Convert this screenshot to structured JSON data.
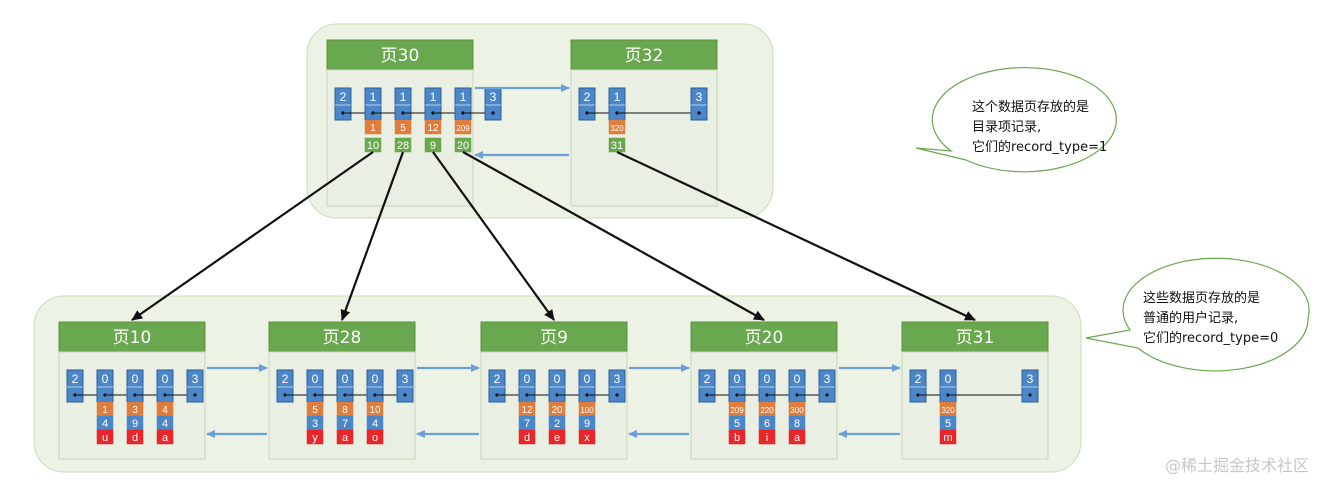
{
  "colors": {
    "group_fill": "#ecf3e4",
    "group_stroke": "#c9dcb8",
    "page_header": "#6aa84f",
    "page_header_stroke": "#5a8f3f",
    "page_body": "#e9efe2",
    "page_body_stroke": "#c9d6bd",
    "cell_blue": "#4a86c8",
    "cell_blue_stroke": "#2f5f93",
    "cell_orange": "#e07c3c",
    "cell_green": "#6aa84f",
    "cell_red": "#e8272b",
    "link_arrow": "#6f9fd8",
    "pointer_arrow": "#111111",
    "bubble_stroke": "#6aa84f"
  },
  "upper_level": {
    "pages": [
      {
        "title": "页30",
        "slots": [
          {
            "type": "2"
          },
          {
            "type": "1",
            "key": "1",
            "page_no": "10"
          },
          {
            "type": "1",
            "key": "5",
            "page_no": "28"
          },
          {
            "type": "1",
            "key": "12",
            "page_no": "9"
          },
          {
            "type": "1",
            "key": "209",
            "page_no": "20"
          },
          {
            "type": "3"
          }
        ]
      },
      {
        "title": "页32",
        "slots": [
          {
            "type": "2"
          },
          {
            "type": "1",
            "key": "320",
            "page_no": "31"
          },
          {
            "type": "3"
          }
        ]
      }
    ]
  },
  "lower_level": {
    "pages": [
      {
        "title": "页10",
        "slots": [
          {
            "type": "2"
          },
          {
            "type": "0",
            "c1": "1",
            "c2": "4",
            "c3": "u"
          },
          {
            "type": "0",
            "c1": "3",
            "c2": "9",
            "c3": "d"
          },
          {
            "type": "0",
            "c1": "4",
            "c2": "4",
            "c3": "a"
          },
          {
            "type": "3"
          }
        ]
      },
      {
        "title": "页28",
        "slots": [
          {
            "type": "2"
          },
          {
            "type": "0",
            "c1": "5",
            "c2": "3",
            "c3": "y"
          },
          {
            "type": "0",
            "c1": "8",
            "c2": "7",
            "c3": "a"
          },
          {
            "type": "0",
            "c1": "10",
            "c2": "4",
            "c3": "o"
          },
          {
            "type": "3"
          }
        ]
      },
      {
        "title": "页9",
        "slots": [
          {
            "type": "2"
          },
          {
            "type": "0",
            "c1": "12",
            "c2": "7",
            "c3": "d"
          },
          {
            "type": "0",
            "c1": "20",
            "c2": "2",
            "c3": "e"
          },
          {
            "type": "0",
            "c1": "100",
            "c2": "9",
            "c3": "x"
          },
          {
            "type": "3"
          }
        ]
      },
      {
        "title": "页20",
        "slots": [
          {
            "type": "2"
          },
          {
            "type": "0",
            "c1": "209",
            "c2": "5",
            "c3": "b"
          },
          {
            "type": "0",
            "c1": "220",
            "c2": "6",
            "c3": "i"
          },
          {
            "type": "0",
            "c1": "300",
            "c2": "8",
            "c3": "a"
          },
          {
            "type": "3"
          }
        ]
      },
      {
        "title": "页31",
        "slots": [
          {
            "type": "2"
          },
          {
            "type": "0",
            "c1": "320",
            "c2": "5",
            "c3": "m"
          },
          {
            "type": "3"
          }
        ]
      }
    ]
  },
  "callouts": {
    "directory": [
      "这个数据页存放的是",
      "目录项记录,",
      "它们的record_type=1"
    ],
    "user": [
      "这些数据页存放的是",
      "普通的用户记录,",
      "它们的record_type=0"
    ]
  },
  "watermark": "@稀土掘金技术社区"
}
